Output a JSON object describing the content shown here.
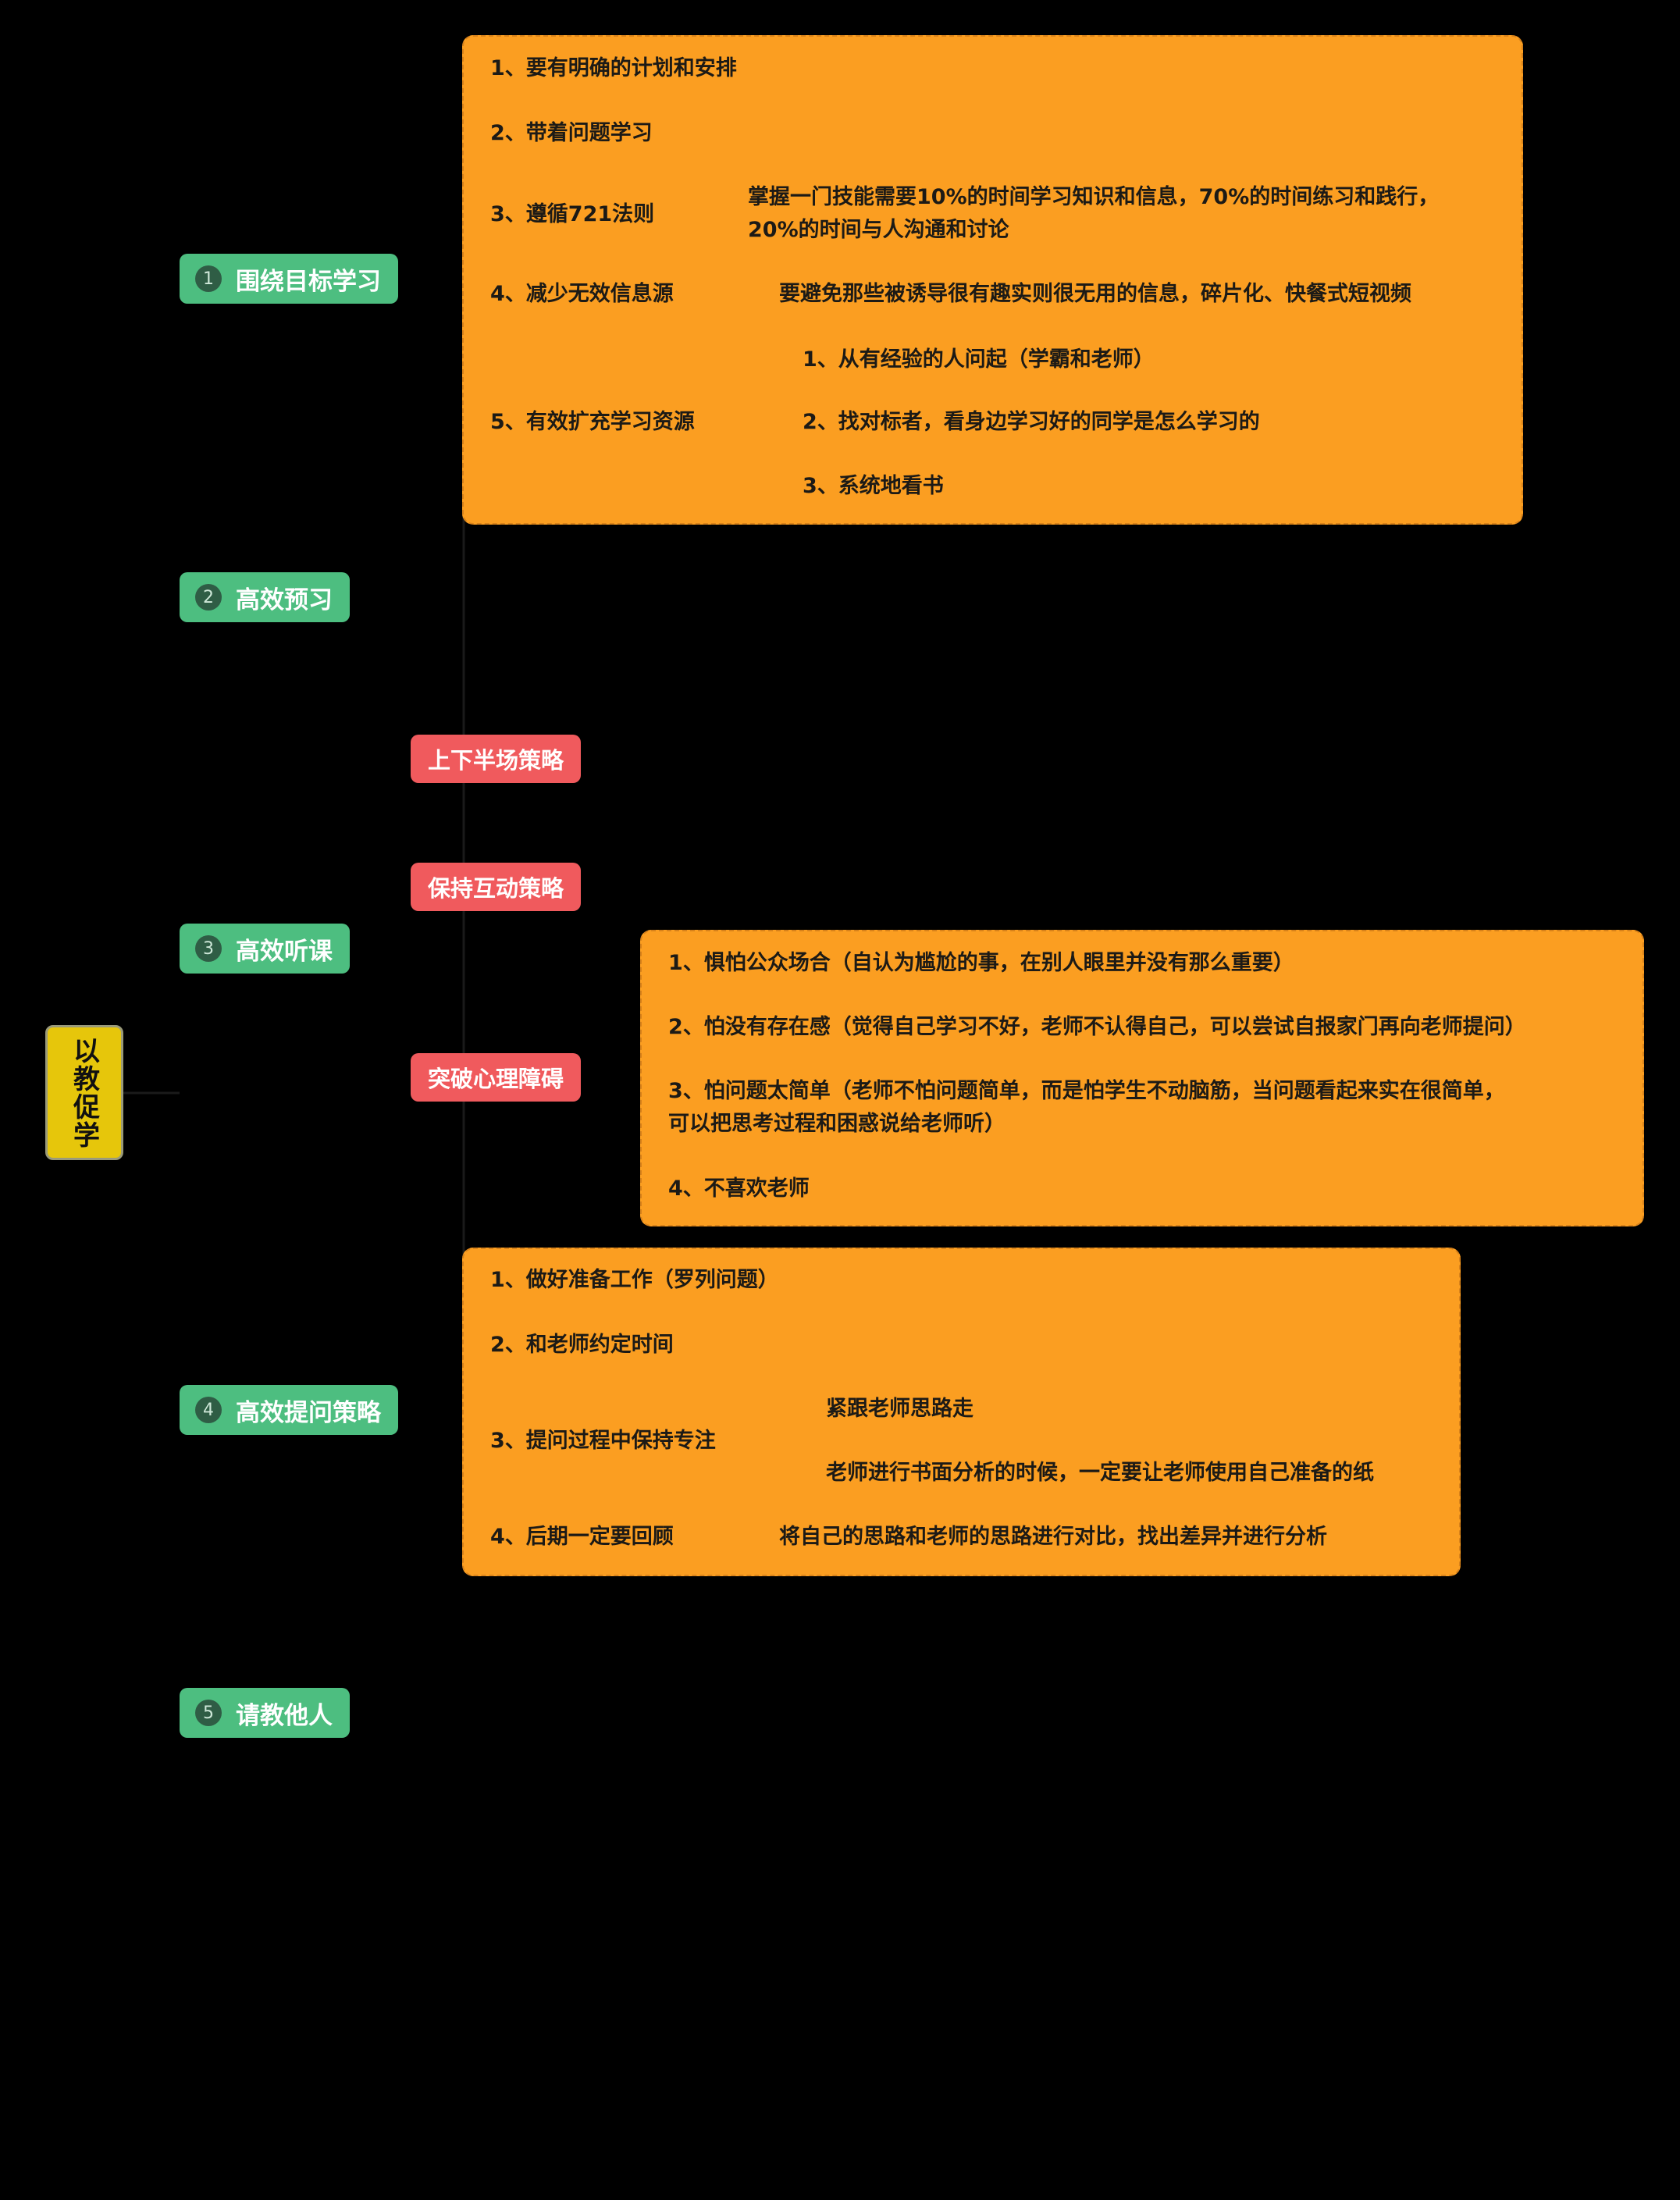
{
  "root": "以教促学",
  "main_branches": [
    {
      "num": "1",
      "label": "围绕目标学习"
    },
    {
      "num": "2",
      "label": "高效预习"
    },
    {
      "num": "3",
      "label": "高效听课"
    },
    {
      "num": "4",
      "label": "高效提问策略"
    },
    {
      "num": "5",
      "label": "请教他人"
    }
  ],
  "goal_learning": {
    "items": [
      "1、要有明确的计划和安排",
      "2、带着问题学习",
      "3、遵循721法则",
      "4、减少无效信息源",
      "5、有效扩充学习资源"
    ],
    "rule_721_detail_line1": "掌握一门技能需要10%的时间学习知识和信息，70%的时间练习和践行，",
    "rule_721_detail_line2": "20%的时间与人沟通和讨论",
    "reduce_detail": "要避免那些被诱导很有趣实则很无用的信息，碎片化、快餐式短视频",
    "resources": [
      "1、从有经验的人问起（学霸和老师）",
      "2、找对标者，看身边学习好的同学是怎么学习的",
      "3、系统地看书"
    ]
  },
  "listening": {
    "strategies": [
      "上下半场策略",
      "保持互动策略",
      "突破心理障碍"
    ],
    "barrier_items": [
      "1、惧怕公众场合（自认为尴尬的事，在别人眼里并没有那么重要）",
      "2、怕没有存在感（觉得自己学习不好，老师不认得自己，可以尝试自报家门再向老师提问）",
      "3、怕问题太简单（老师不怕问题简单，而是怕学生不动脑筋，当问题看起来实在很简单，",
      "可以把思考过程和困惑说给老师听）",
      "4、不喜欢老师"
    ]
  },
  "questioning": {
    "items": [
      "1、做好准备工作（罗列问题）",
      "2、和老师约定时间",
      "3、提问过程中保持专注",
      "4、后期一定要回顾"
    ],
    "focus_sub": [
      "紧跟老师思路走",
      "老师进行书面分析的时候，一定要让老师使用自己准备的纸"
    ],
    "review_detail": "将自己的思路和老师的思路进行对比，找出差异并进行分析"
  },
  "colors": {
    "background": "#000000",
    "root": "#e6c60b",
    "main_node": "#4dbe80",
    "strategy_node": "#f05a5d",
    "panel": "#fb9e21"
  }
}
